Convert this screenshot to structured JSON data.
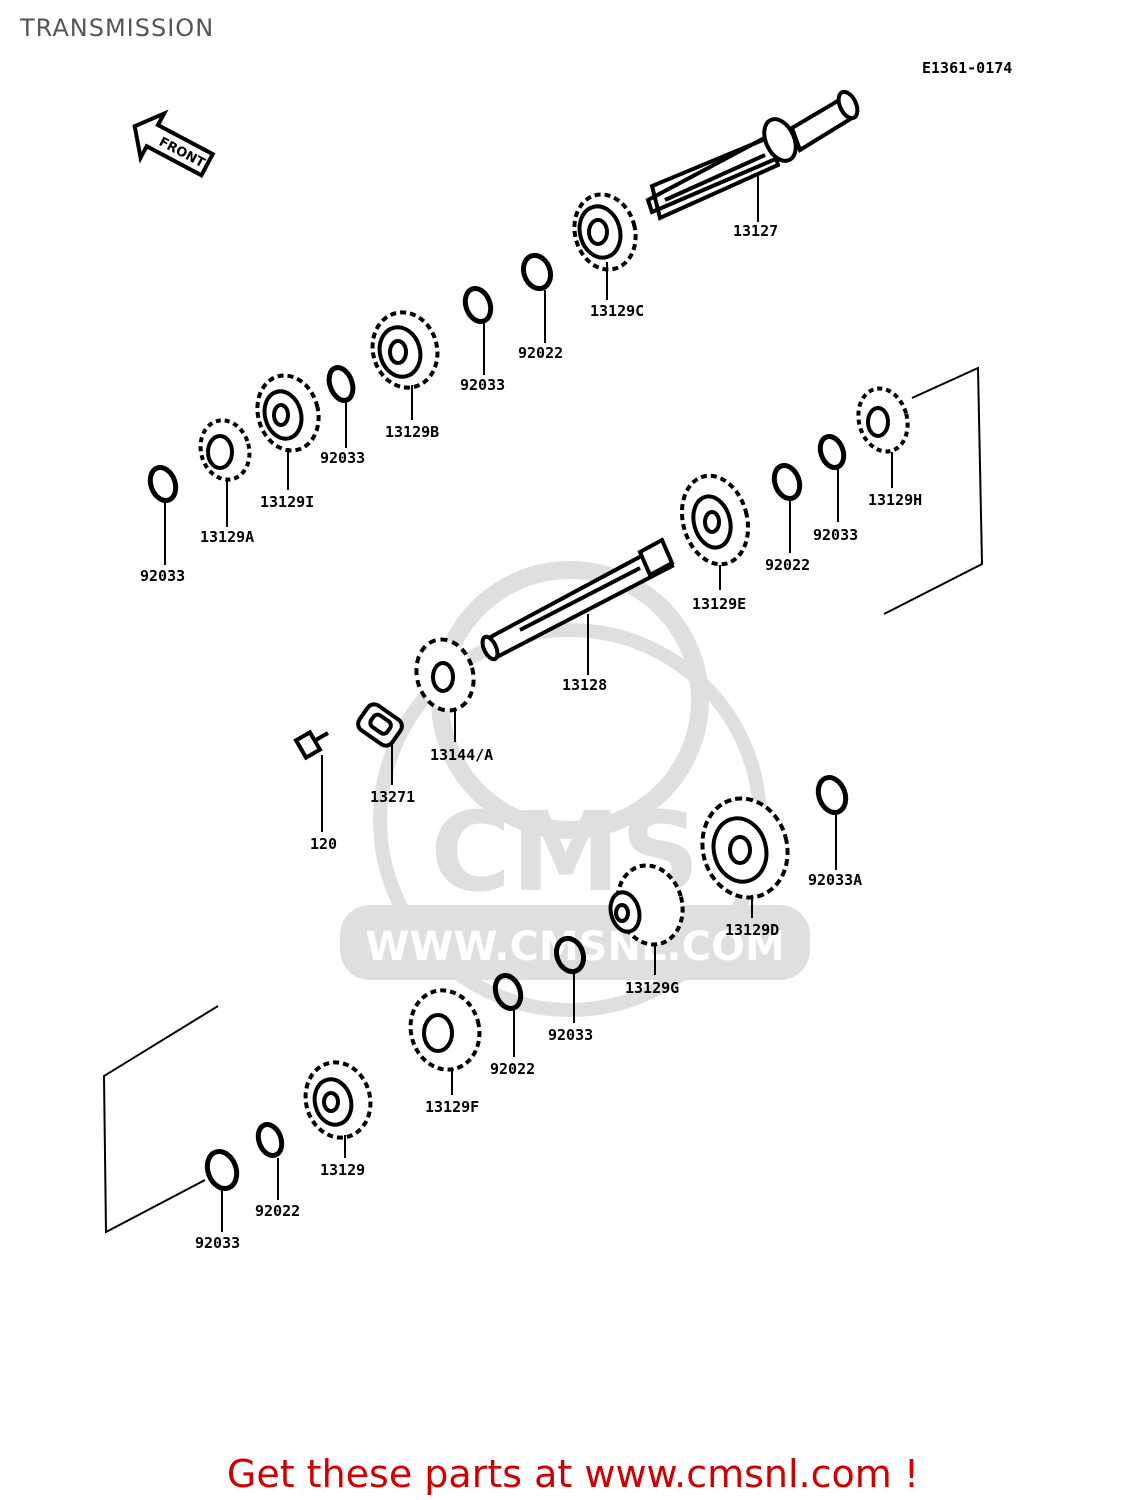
{
  "page": {
    "title": "TRANSMISSION",
    "figure_code": "E1361-0174",
    "front_label": "FRONT",
    "watermark": {
      "brand": "CMS",
      "url": "WWW.CMSNL.COM"
    },
    "footer_cta": "Get these parts at www.cmsnl.com !"
  },
  "parts": {
    "p13127": "13127",
    "p13129c": "13129C",
    "p92022_a": "92022",
    "p92033_a": "92033",
    "p13129b": "13129B",
    "p92033_b": "92033",
    "p13129i": "13129I",
    "p13129a": "13129A",
    "p92033_c": "92033",
    "p13129h": "13129H",
    "p92033_d": "92033",
    "p92022_b": "92022",
    "p13129e": "13129E",
    "p13128": "13128",
    "p13144a": "13144/A",
    "p13271": "13271",
    "p120": "120",
    "p92033a": "92033A",
    "p13129d": "13129D",
    "p13129g": "13129G",
    "p92033_e": "92033",
    "p92022_c": "92022",
    "p13129f": "13129F",
    "p13129": "13129",
    "p92022_d": "92022",
    "p92033_f": "92033"
  }
}
